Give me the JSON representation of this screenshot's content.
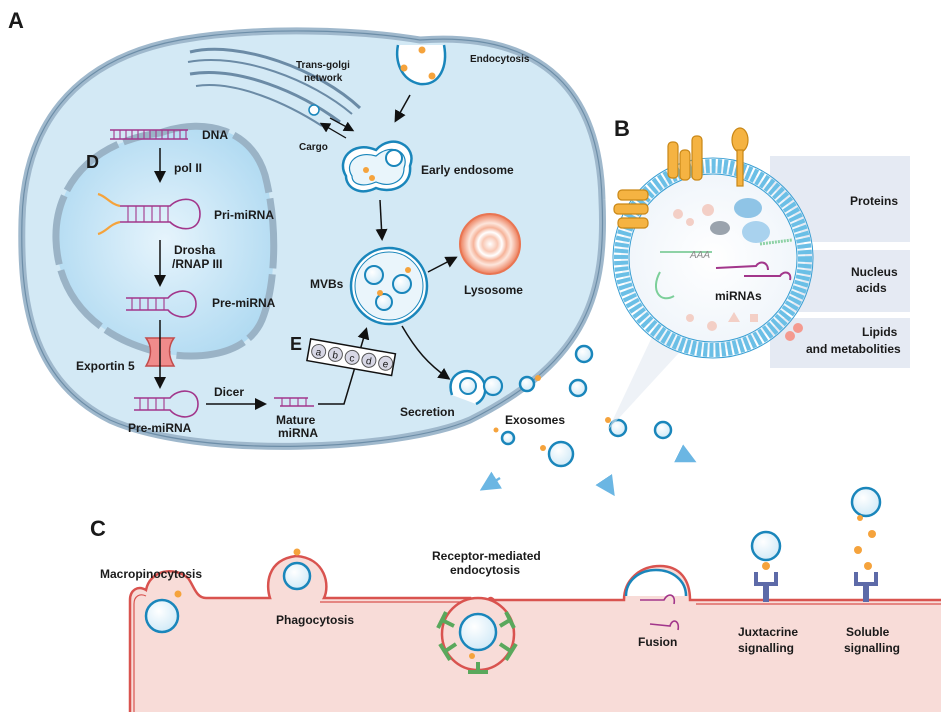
{
  "panels": {
    "a": "A",
    "b": "B",
    "c": "C",
    "d": "D",
    "e": "E"
  },
  "cell": {
    "endocytosis": "Endocytosis",
    "trans_golgi": [
      "Trans-golgi",
      "network"
    ],
    "cargo": "Cargo",
    "early_endosome": "Early endosome",
    "mvbs": "MVBs",
    "lysosome": "Lysosome",
    "secretion": "Secretion",
    "exosomes": "Exosomes"
  },
  "nucleus": {
    "dna": "DNA",
    "pol_ii": "pol II",
    "pri_mirna": "Pri-miRNA",
    "drosha": [
      "Drosha",
      "/RNAP III"
    ],
    "pre_mirna_in": "Pre-miRNA",
    "exportin": "Exportin 5",
    "pre_mirna_out": "Pre-miRNA",
    "dicer": "Dicer",
    "mature": [
      "Mature",
      "miRNA"
    ],
    "sequence": [
      "a",
      "b",
      "c",
      "d",
      "e"
    ]
  },
  "exosome_detail": {
    "proteins": "Proteins",
    "nucleic_acids": [
      "Nucleus",
      "acids"
    ],
    "lipids": [
      "Lipids",
      "and metabolities"
    ],
    "mirnas": "miRNAs",
    "aaa": "AAA"
  },
  "uptake": {
    "macropinocytosis": "Macropinocytosis",
    "phagocytosis": "Phagocytosis",
    "receptor": [
      "Receptor-mediated",
      "endocytosis"
    ],
    "fusion": "Fusion",
    "juxtacrine": [
      "Juxtacrine",
      "signalling"
    ],
    "soluble": [
      "Soluble",
      "signalling"
    ]
  },
  "colors": {
    "cell_fill": "#d3e9f5",
    "membrane": "#9fb8cc",
    "nucleus": "#bfe0f3",
    "vesicle": "#1a86bb",
    "rna": "#a2368b",
    "orange": "#f5a33c",
    "lysosome": "#ef8b6a",
    "target_cell": "#f8dcd8",
    "target_membrane": "#d9534f"
  }
}
